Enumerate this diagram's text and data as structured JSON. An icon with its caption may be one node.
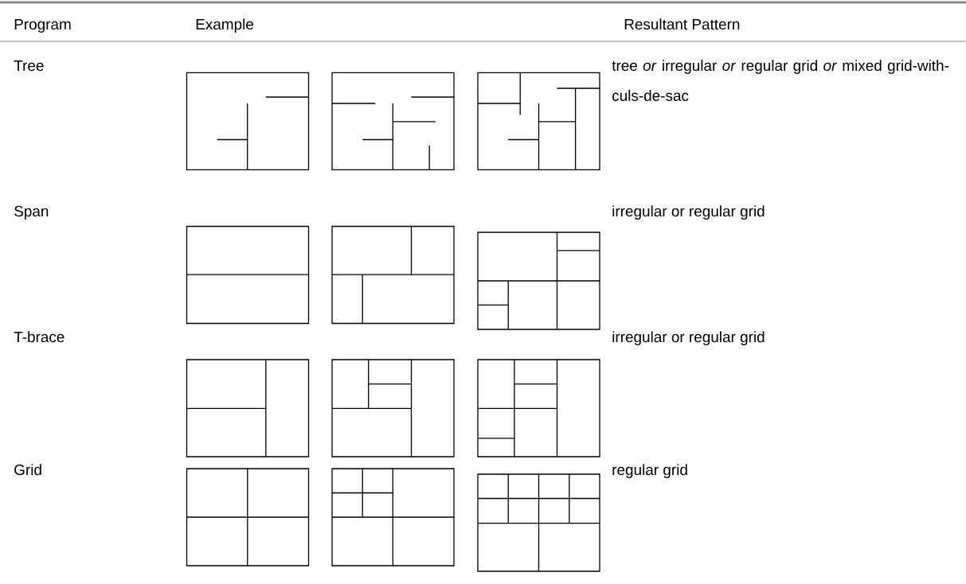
{
  "diagram": {
    "labels": [
      "Program",
      "Example",
      "Resultant Pattern",
      "Tree",
      "tree *or* irregular *or* regular grid *or* mixed grid-with-culs-de-sac",
      "Span",
      "irregular or regular grid",
      "T-brace",
      "irregular or regular grid",
      "Grid",
      "regular grid"
    ]
  }
}
